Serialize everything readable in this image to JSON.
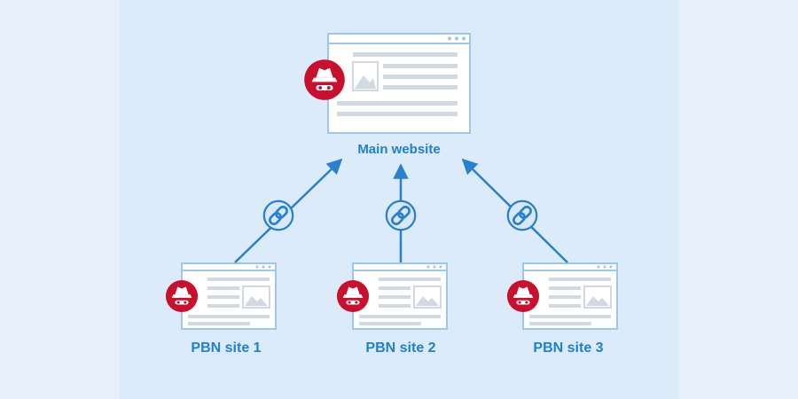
{
  "main_site": {
    "label": "Main website",
    "icon": "spy-icon"
  },
  "pbn_sites": [
    {
      "label": "PBN site 1",
      "icon": "spy-icon"
    },
    {
      "label": "PBN site 2",
      "icon": "spy-icon"
    },
    {
      "label": "PBN site 3",
      "icon": "spy-icon"
    }
  ],
  "link_icon": "chain-link-icon",
  "colors": {
    "background": "#e6f0fb",
    "panel": "#dcebf9",
    "window_fill": "#ffffff",
    "window_border": "#9fc6ec",
    "window_lines": "#d2d9e2",
    "arrow": "#2b7fcf",
    "label": "#1f80d0",
    "spy_badge": "#c8102e"
  }
}
